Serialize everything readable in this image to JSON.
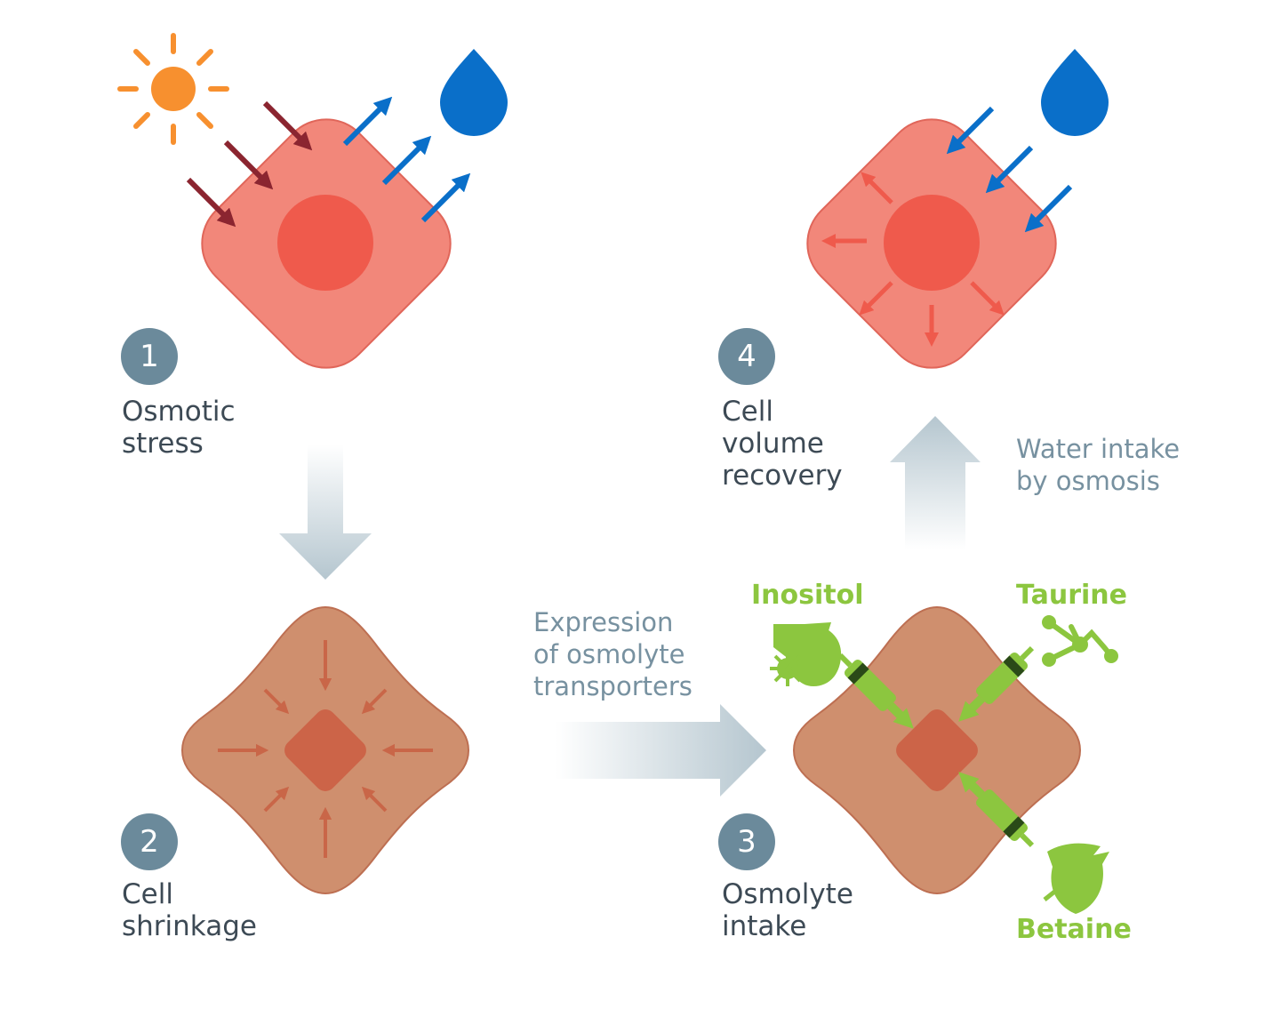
{
  "header": {
    "title_fragment": ""
  },
  "colors": {
    "cell_healthy": "#f2877a",
    "cell_healthy_nucleus": "#ef5a4c",
    "cell_shrunk": "#cf8f6e",
    "cell_shrunk_nucleus": "#cc6448",
    "water": "#0a6fc9",
    "sun": "#f7902f",
    "stress_arrow": "#8b2530",
    "osmolyte_green": "#8cc63f",
    "label_dark": "#3d4a55",
    "label_steel": "#7791a0",
    "badge": "#6b8a9b",
    "flow_arrow": "#b5c6cf"
  },
  "steps": [
    {
      "number": "1",
      "lines": [
        "Osmotic",
        "stress"
      ]
    },
    {
      "number": "2",
      "lines": [
        "Cell",
        "shrinkage"
      ]
    },
    {
      "number": "3",
      "lines": [
        "Osmolyte",
        "intake"
      ]
    },
    {
      "number": "4",
      "lines": [
        "Cell",
        "volume",
        "recovery"
      ]
    }
  ],
  "transitions": {
    "expression": [
      "Expression",
      "of osmolyte",
      "transporters"
    ],
    "water_intake": [
      "Water intake",
      "by osmosis"
    ]
  },
  "osmolytes": [
    "Inositol",
    "Taurine",
    "Betaine"
  ],
  "icons": [
    "sun-icon",
    "water-drop-icon",
    "inositol-molecule-icon",
    "taurine-molecule-icon",
    "betaine-beet-icon",
    "transporter-icon"
  ]
}
